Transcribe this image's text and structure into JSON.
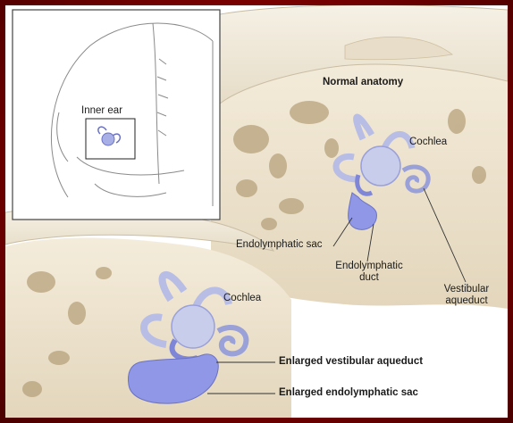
{
  "labels": {
    "title": "Normal anatomy",
    "inset": "Inner ear",
    "cochlea_top": "Cochlea",
    "endolymphatic_sac": "Endolymphatic sac",
    "endolymphatic_duct_line1": "Endolymphatic",
    "endolymphatic_duct_line2": "duct",
    "vestibular_aqueduct_line1": "Vestibular",
    "vestibular_aqueduct_line2": "aqueduct",
    "cochlea_bottom": "Cochlea",
    "enlarged_aqueduct": "Enlarged vestibular aqueduct",
    "enlarged_sac": "Enlarged endolymphatic sac"
  },
  "colors": {
    "frame": "#8b0000",
    "bone": "#efe6d3",
    "bone_shadow": "#cbbd9f",
    "ear_structure": "#b8bde6",
    "sac": "#8f97e6"
  }
}
